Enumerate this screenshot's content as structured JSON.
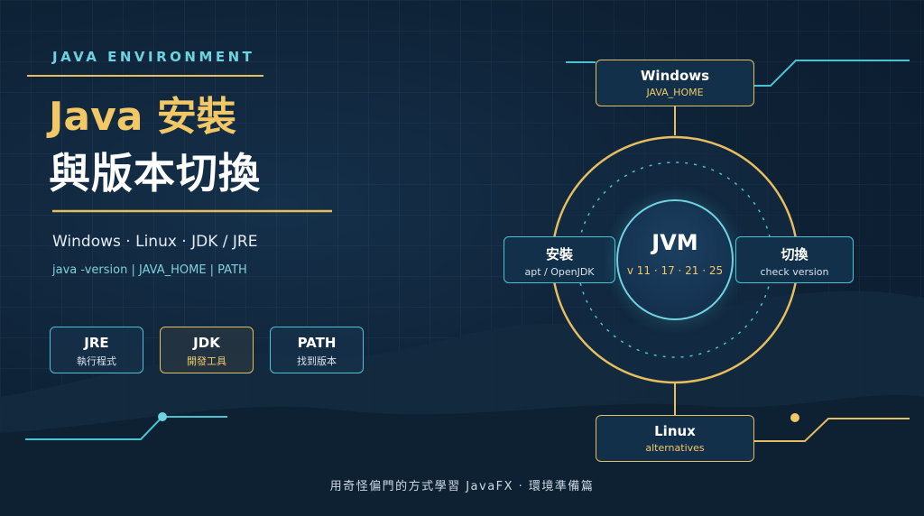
{
  "eyebrow": "JAVA ENVIRONMENT",
  "title": {
    "line1": "Java 安裝",
    "line2": "與版本切換"
  },
  "subtitle": "Windows · Linux · JDK / JRE",
  "keywords": "java -version | JAVA_HOME | PATH",
  "chips": [
    {
      "title": "JRE",
      "sub": "執行程式"
    },
    {
      "title": "JDK",
      "sub": "開發工具"
    },
    {
      "title": "PATH",
      "sub": "找到版本"
    }
  ],
  "diagram": {
    "core": {
      "title": "JVM",
      "versions": "v 11 · 17 · 21 · 25"
    },
    "top": {
      "title": "Windows",
      "sub": "JAVA_HOME"
    },
    "left": {
      "title": "安裝",
      "sub": "apt / OpenJDK"
    },
    "right": {
      "title": "切換",
      "sub": "check version"
    },
    "bottom": {
      "title": "Linux",
      "sub": "alternatives"
    }
  },
  "footer": "用奇怪偏門的方式學習 JavaFX · 環境準備篇",
  "colors": {
    "gold": "#e6bd5f",
    "cyan": "#49c3d2",
    "background": "#0f2236"
  }
}
